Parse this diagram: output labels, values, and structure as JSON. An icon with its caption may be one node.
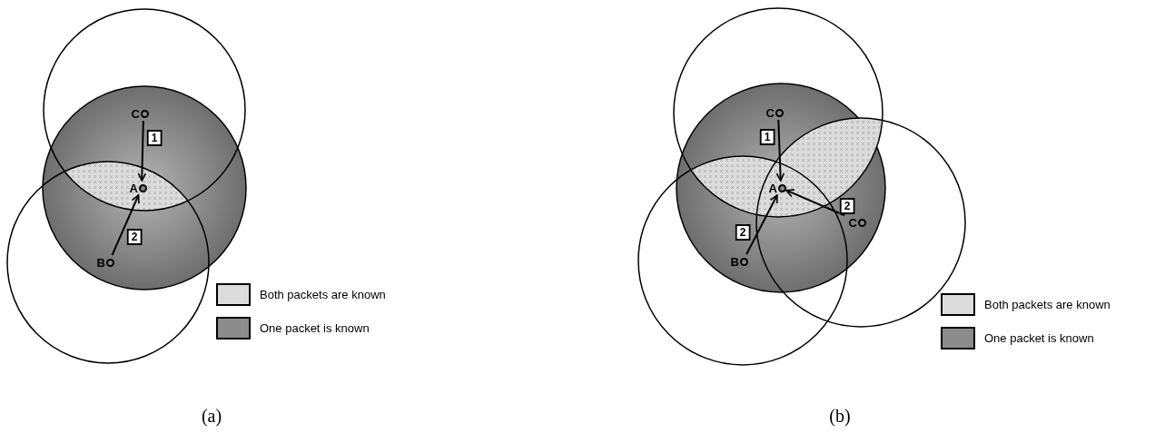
{
  "diagram": {
    "nodes": [
      {
        "text": [
          "C"
        ]
      },
      {
        "text": [
          "A"
        ]
      },
      {
        "text": [
          "B"
        ]
      },
      {
        "text": [
          "C"
        ]
      },
      {
        "text": [
          "A"
        ]
      },
      {
        "text": [
          "B"
        ]
      },
      {
        "text": [
          "C"
        ]
      }
    ],
    "edges": [
      {
        "from": 0,
        "to": 1,
        "arrow": "to",
        "label": "1"
      },
      {
        "from": 2,
        "to": 1,
        "arrow": "to",
        "label": "2"
      },
      {
        "from": 3,
        "to": 4,
        "arrow": "to",
        "label": "1"
      },
      {
        "from": 5,
        "to": 4,
        "arrow": "to",
        "label": "2"
      },
      {
        "from": 6,
        "to": 4,
        "arrow": "to",
        "label": "2"
      }
    ],
    "labels": [
      "(a)",
      "(b)"
    ],
    "legend": [
      {
        "text": "Both packets are known",
        "color": "#dcdcdc"
      },
      {
        "text": "One packet is known",
        "color": "#8c8c8c"
      },
      {
        "text": "Both packets are known",
        "color": "#dcdcdc"
      },
      {
        "text": "One packet is known",
        "color": "#8c8c8c"
      }
    ]
  }
}
